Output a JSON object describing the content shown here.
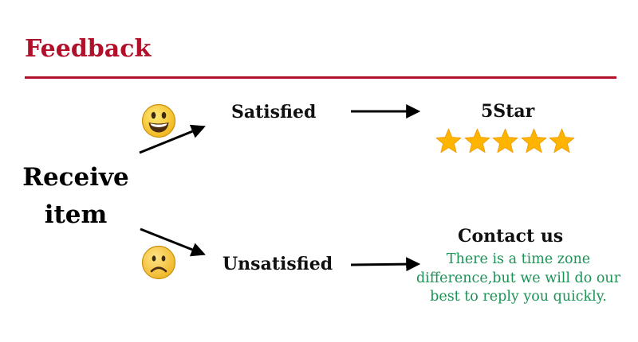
{
  "header": {
    "title": "Feedback"
  },
  "source": {
    "line1": "Receive",
    "line2": "item"
  },
  "branches": {
    "satisfied": {
      "label": "Satisfied",
      "icon": "smiley-face-icon",
      "outcome_title": "5Star",
      "rating": 5,
      "rating_max": 5
    },
    "unsatisfied": {
      "label": "Unsatisfied",
      "icon": "sad-face-icon",
      "outcome_title": "Contact us",
      "note_lines": [
        "There is a time zone",
        "difference,but we will do our",
        "best to reply you quickly."
      ]
    }
  },
  "colors": {
    "title": "#b0102a",
    "note": "#1d9356",
    "star": "#ffb400",
    "emoji": "#f7c528"
  }
}
